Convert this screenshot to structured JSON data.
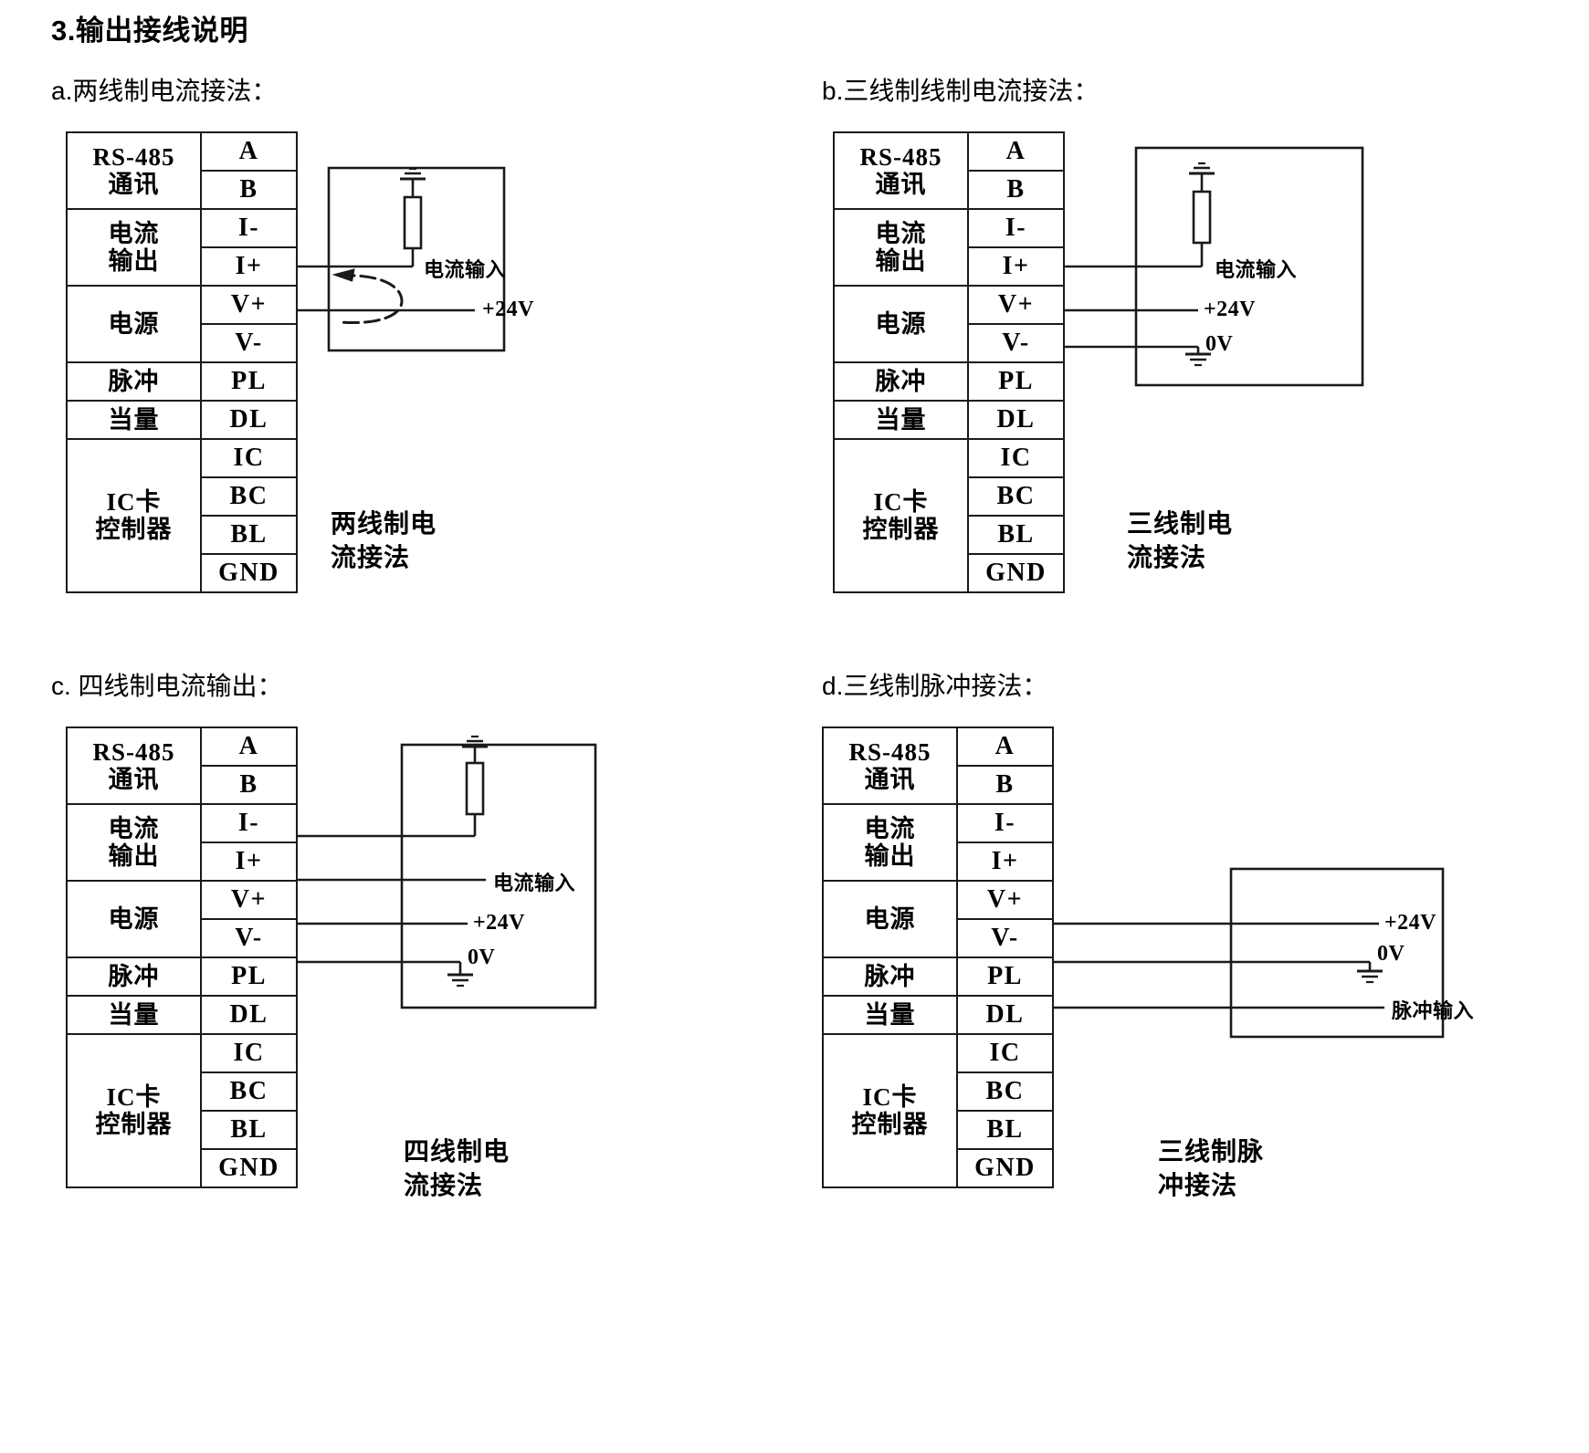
{
  "document": {
    "title": "3.输出接线说明"
  },
  "terminal_groups": [
    {
      "label": "RS-485\n通讯",
      "pins": [
        "A",
        "B"
      ]
    },
    {
      "label": "电流\n输出",
      "pins": [
        "I-",
        "I+"
      ]
    },
    {
      "label": "电源",
      "pins": [
        "V+",
        "V-"
      ]
    },
    {
      "label": "脉冲",
      "pins": [
        "PL"
      ]
    },
    {
      "label": "当量",
      "pins": [
        "DL"
      ]
    },
    {
      "label": "IC卡\n控制器",
      "pins": [
        "IC",
        "BC",
        "BL",
        "GND"
      ]
    }
  ],
  "sections": [
    {
      "id": "a",
      "heading": "a.两线制电流接法：",
      "caption": "两线制电\n流接法",
      "labels": {
        "current_input": "电流输入",
        "supply_24v": "+24V"
      }
    },
    {
      "id": "b",
      "heading": "b.三线制线制电流接法：",
      "caption": "三线制电\n流接法",
      "labels": {
        "current_input": "电流输入",
        "supply_24v": "+24V",
        "zero_v": "0V"
      }
    },
    {
      "id": "c",
      "heading": "c. 四线制电流输出：",
      "caption": "四线制电\n流接法",
      "labels": {
        "current_input": "电流输入",
        "supply_24v": "+24V",
        "zero_v": "0V"
      }
    },
    {
      "id": "d",
      "heading": "d.三线制脉冲接法：",
      "caption": "三线制脉\n冲接法",
      "labels": {
        "supply_24v": "+24V",
        "zero_v": "0V",
        "pulse_input": "脉冲输入"
      }
    }
  ],
  "colors": {
    "line": "#1a1a1a",
    "background": "#ffffff",
    "text": "#000000"
  }
}
